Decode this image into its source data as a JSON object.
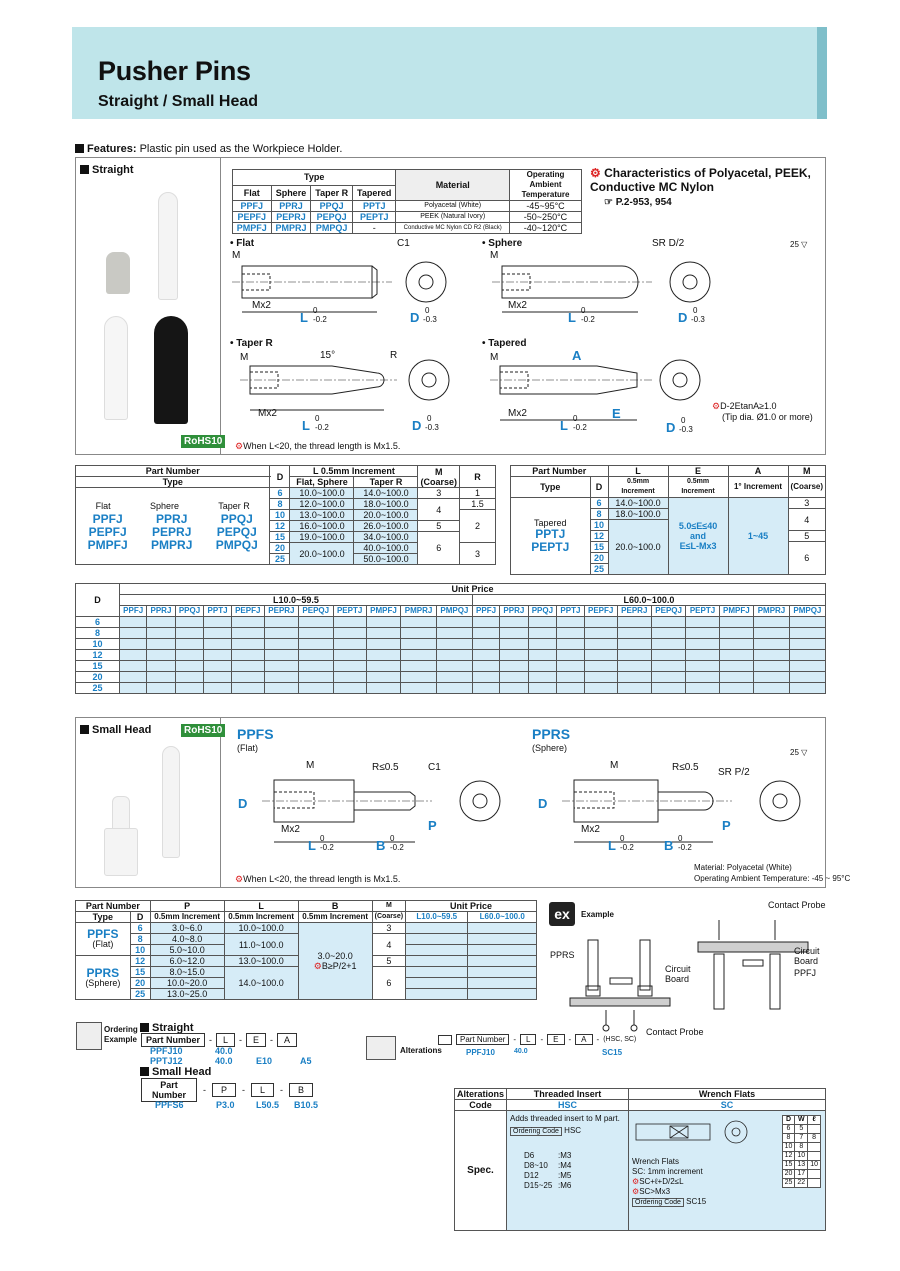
{
  "title": "Pusher Pins",
  "subtitle": "Straight / Small Head",
  "features_label": "Features:",
  "features_text": "Plastic pin used as the Workpiece Holder.",
  "straight_label": "Straight",
  "small_head_label": "Small Head",
  "rohs": "RoHS10",
  "type_table": {
    "type_header": "Type",
    "material_header": "Material",
    "temp_header": "Operating Ambient Temperature",
    "cols": [
      "Flat",
      "Sphere",
      "Taper R",
      "Tapered"
    ],
    "rows": [
      {
        "types": [
          "PPFJ",
          "PPRJ",
          "PPQJ",
          "PPTJ"
        ],
        "material": "Polyacetal (White)",
        "temp": "-45~95°C"
      },
      {
        "types": [
          "PEPFJ",
          "PEPRJ",
          "PEPQJ",
          "PEPTJ"
        ],
        "material": "PEEK (Natural Ivory)",
        "temp": "-50~250°C"
      },
      {
        "types": [
          "PMPFJ",
          "PMPRJ",
          "PMPQJ",
          "-"
        ],
        "material": "Conductive MC Nylon CD R2 (Black)",
        "temp": "-40~120°C"
      }
    ]
  },
  "characteristics": "Characteristics of Polyacetal, PEEK, Conductive MC Nylon",
  "characteristics_ref": "P.2-953, 954",
  "diagrams": {
    "flat": "Flat",
    "sphere": "Sphere",
    "taper_r": "Taper R",
    "tapered": "Tapered",
    "m": "M",
    "mx2": "Mx2",
    "l": "L",
    "l_tol": "-0.2",
    "d": "D",
    "d_tol": "-0.3",
    "zero": "0",
    "c1": "C1",
    "srd2": "SR D/2",
    "r": "R",
    "deg15": "15°",
    "a": "A",
    "e": "E",
    "roughness": "25",
    "note_d": "D-2EtanA≥1.0",
    "note_tip": "(Tip dia. Ø1.0 or more)",
    "note_thread": "When L<20, the thread length is Mx1.5."
  },
  "pn_table_left": {
    "part_number": "Part Number",
    "type": "Type",
    "d": "D",
    "l_inc": "L 0.5mm Increment",
    "flat_sphere": "Flat, Sphere",
    "taper_r": "Taper R",
    "m": "M",
    "coarse": "(Coarse)",
    "r": "R",
    "type_cols": [
      "Flat",
      "Sphere",
      "Taper R"
    ],
    "type_rows": [
      [
        "PPFJ",
        "PPRJ",
        "PPQJ"
      ],
      [
        "PEPFJ",
        "PEPRJ",
        "PEPQJ"
      ],
      [
        "PMPFJ",
        "PMPRJ",
        "PMPQJ"
      ]
    ],
    "rows": [
      {
        "d": "6",
        "fs": "10.0~100.0",
        "tr": "14.0~100.0",
        "m": "3",
        "r": "1"
      },
      {
        "d": "8",
        "fs": "12.0~100.0",
        "tr": "18.0~100.0",
        "m": "4",
        "r": "1.5"
      },
      {
        "d": "10",
        "fs": "13.0~100.0",
        "tr": "20.0~100.0",
        "m": "",
        "r": "2"
      },
      {
        "d": "12",
        "fs": "16.0~100.0",
        "tr": "26.0~100.0",
        "m": "5",
        "r": ""
      },
      {
        "d": "15",
        "fs": "19.0~100.0",
        "tr": "34.0~100.0",
        "m": "6",
        "r": "3"
      },
      {
        "d": "20",
        "fs": "20.0~100.0",
        "tr": "40.0~100.0",
        "m": "",
        "r": ""
      },
      {
        "d": "25",
        "fs": "",
        "tr": "50.0~100.0",
        "m": "",
        "r": ""
      }
    ]
  },
  "pn_table_right": {
    "part_number": "Part Number",
    "type": "Type",
    "d": "D",
    "l": "L",
    "l_inc": "0.5mm Increment",
    "e": "E",
    "e_inc": "0.5mm Increment",
    "a": "A",
    "a_inc": "1° Increment",
    "m": "M",
    "coarse": "(Coarse)",
    "type_label": "Tapered",
    "types": [
      "PPTJ",
      "PEPTJ"
    ],
    "d_values": [
      "6",
      "8",
      "10",
      "12",
      "15",
      "20",
      "25"
    ],
    "l_values": [
      "14.0~100.0",
      "18.0~100.0",
      "20.0~100.0"
    ],
    "e_value": "5.0≤E≤40",
    "e_and": "and",
    "e_value2": "E≤L-Mx3",
    "a_value": "1~45",
    "m_values": [
      "3",
      "4",
      "5",
      "6"
    ]
  },
  "price_table": {
    "unit_price": "Unit Price",
    "d": "D",
    "range1": "L10.0~59.5",
    "range2": "L60.0~100.0",
    "cols": [
      "PPFJ",
      "PPRJ",
      "PPQJ",
      "PPTJ",
      "PEPFJ",
      "PEPRJ",
      "PEPQJ",
      "PEPTJ",
      "PMPFJ",
      "PMPRJ",
      "PMPQJ"
    ],
    "d_values": [
      "6",
      "8",
      "10",
      "12",
      "15",
      "20",
      "25"
    ]
  },
  "small_head": {
    "ppfs": "PPFS",
    "flat": "(Flat)",
    "pprs": "PPRS",
    "sphere": "(Sphere)",
    "r05": "R≤0.5",
    "c1": "C1",
    "srp2": "SR P/2",
    "b": "B",
    "p": "P",
    "material_note": "Material: Polyacetal (White)",
    "temp_note": "Operating Ambient Temperature: -45 ~ 95°C"
  },
  "sh_table": {
    "part_number": "Part Number",
    "type": "Type",
    "d": "D",
    "p": "P",
    "p_inc": "0.5mm Increment",
    "l": "L",
    "l_inc": "0.5mm Increment",
    "b": "B",
    "b_inc": "0.5mm Increment",
    "m": "M",
    "coarse": "(Coarse)",
    "unit_price": "Unit Price",
    "pr1": "L10.0~59.5",
    "pr2": "L60.0~100.0",
    "ppfs": "PPFS",
    "flat": "(Flat)",
    "pprs": "PPRS",
    "sphere": "(Sphere)",
    "rows": [
      {
        "d": "6",
        "p": "3.0~6.0",
        "l": "10.0~100.0",
        "m": "3"
      },
      {
        "d": "8",
        "p": "4.0~8.0",
        "l": "11.0~100.0",
        "m": "4"
      },
      {
        "d": "10",
        "p": "5.0~10.0",
        "l": "",
        "m": ""
      },
      {
        "d": "12",
        "p": "6.0~12.0",
        "l": "13.0~100.0",
        "m": "5"
      },
      {
        "d": "15",
        "p": "8.0~15.0",
        "l": "14.0~100.0",
        "m": "6"
      },
      {
        "d": "20",
        "p": "10.0~20.0",
        "l": "",
        "m": ""
      },
      {
        "d": "25",
        "p": "13.0~25.0",
        "l": "",
        "m": ""
      }
    ],
    "b_value": "3.0~20.0",
    "b_note": "B≥P/2+1"
  },
  "example": {
    "label": "Example",
    "contact_probe": "Contact Probe",
    "pprs": "PPRS",
    "circuit_board": "Circuit Board",
    "ppfj": "PPFJ"
  },
  "ordering": {
    "label": "Ordering Example",
    "straight": "Straight",
    "small_head": "Small Head",
    "part_number": "Part Number",
    "l": "L",
    "e": "E",
    "a": "A",
    "p": "P",
    "b": "B",
    "straight_ex1": [
      "PPFJ10",
      "40.0",
      "",
      ""
    ],
    "straight_ex2": [
      "PPTJ12",
      "40.0",
      "E10",
      "A5"
    ],
    "small_ex": [
      "PPFS6",
      "P3.0",
      "L50.5",
      "B10.5"
    ],
    "alterations": "Alterations",
    "alt_ex": [
      "PPFJ10",
      "40.0",
      "SC15"
    ],
    "alt_hsc": "(HSC, SC)"
  },
  "alt_table": {
    "alterations": "Alterations",
    "code": "Code",
    "spec": "Spec.",
    "threaded_insert": "Threaded Insert",
    "hsc": "HSC",
    "wrench_flats": "Wrench Flats",
    "sc": "SC",
    "adds": "Adds threaded insert to M part.",
    "ordering_code": "Ordering Code",
    "hsc_code": "HSC",
    "insert_rows": [
      [
        "D6",
        ":M3"
      ],
      [
        "D8~10",
        ":M4"
      ],
      [
        "D12",
        ":M5"
      ],
      [
        "D15~25",
        ":M6"
      ]
    ],
    "wf1": "Wrench Flats",
    "wf2": "SC: 1mm increment",
    "wf3": "SC+ℓ+D/2≤L",
    "wf4": "SC>Mx3",
    "sc15": "SC15",
    "dw_headers": [
      "D",
      "W",
      "ℓ"
    ],
    "dw_rows": [
      [
        "6",
        "5",
        ""
      ],
      [
        "8",
        "7",
        "8"
      ],
      [
        "10",
        "8",
        ""
      ],
      [
        "12",
        "10",
        ""
      ],
      [
        "15",
        "13",
        "10"
      ],
      [
        "20",
        "17",
        ""
      ],
      [
        "25",
        "22",
        ""
      ]
    ]
  }
}
